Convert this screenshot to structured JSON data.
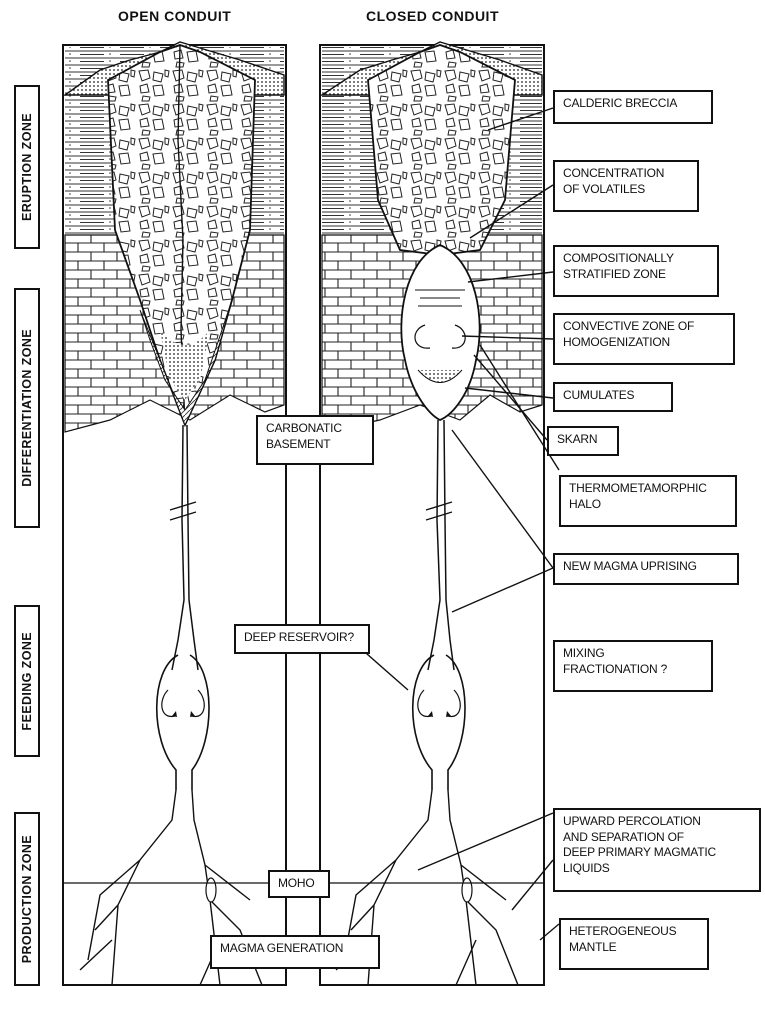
{
  "headers": {
    "open_conduit": "OPEN CONDUIT",
    "closed_conduit": "CLOSED CONDUIT"
  },
  "zones": {
    "eruption": "ERUPTION ZONE",
    "differentiation": "DIFFERENTIATION ZONE",
    "feeding": "FEEDING ZONE",
    "production": "PRODUCTION ZONE"
  },
  "labels": {
    "calderic_breccia": "CALDERIC BRECCIA",
    "concentration_of_volatiles": "CONCENTRATION\nOF VOLATILES",
    "compositionally_stratified_zone": "COMPOSITIONALLY\nSTRATIFIED ZONE",
    "convective_zone": "CONVECTIVE ZONE OF\nHOMOGENIZATION",
    "cumulates": "CUMULATES",
    "skarn": "SKARN",
    "thermometamorphic_halo": "THERMOMETAMORPHIC\nHALO",
    "new_magma_uprising": "NEW MAGMA UPRISING",
    "mixing_fractionation": "MIXING\nFRACTIONATION ?",
    "upward_percolation": "UPWARD PERCOLATION\nAND SEPARATION OF\nDEEP PRIMARY MAGMATIC\nLIQUIDS",
    "heterogeneous_mantle": "HETEROGENEOUS\nMANTLE",
    "carbonatic_basement": "CARBONATIC\nBASEMENT",
    "deep_reservoir": "DEEP RESERVOIR?",
    "moho": "MOHO",
    "magma_generation": "MAGMA GENERATION"
  },
  "colors": {
    "ink": "#111111",
    "paper": "#ffffff"
  }
}
